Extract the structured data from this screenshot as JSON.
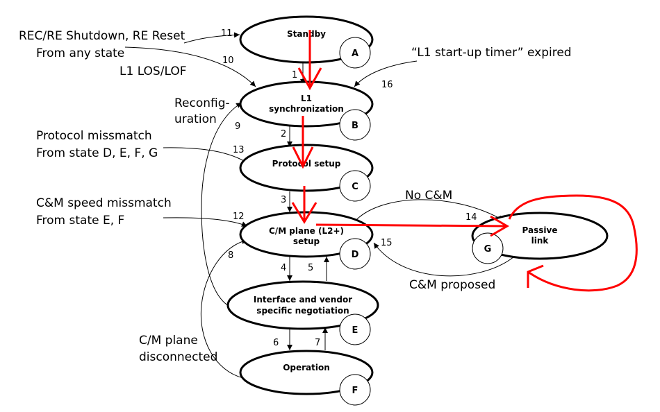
{
  "states": {
    "standby": {
      "line1": "Standby",
      "line2": "",
      "letter": "A"
    },
    "l1_sync": {
      "line1": "L1",
      "line2": "synchronization",
      "letter": "B"
    },
    "protocol": {
      "line1": "Protocol setup",
      "line2": "",
      "letter": "C"
    },
    "cm_plane": {
      "line1": "C/M plane (L2+)",
      "line2": "setup",
      "letter": "D"
    },
    "interface": {
      "line1": "Interface and vendor",
      "line2": "specific negotiation",
      "letter": "E"
    },
    "operation": {
      "line1": "Operation",
      "line2": "",
      "letter": "F"
    },
    "passive": {
      "line1": "Passive",
      "line2": "link",
      "letter": "G"
    }
  },
  "labels": {
    "shutdown_1": "REC/RE Shutdown, RE Reset",
    "shutdown_2": "From any state",
    "los_lof": "L1 LOS/LOF",
    "timer": "“L1 start-up timer” expired",
    "reconfig_1": "Reconfig-",
    "reconfig_2": "uration",
    "protocol_mm_1": "Protocol missmatch",
    "protocol_mm_2": "From state D, E, F, G",
    "speed_mm_1": "C&M speed missmatch",
    "speed_mm_2": "From state E, F",
    "no_cm": "No C&M",
    "cm_proposed": "C&M proposed",
    "cm_disc_1": "C/M plane",
    "cm_disc_2": "disconnected"
  },
  "transitions": [
    "1",
    "2",
    "3",
    "4",
    "5",
    "6",
    "7",
    "8",
    "9",
    "10",
    "11",
    "12",
    "13",
    "14",
    "15",
    "16"
  ],
  "colors": {
    "highlight": "#ff0000",
    "line": "#000000"
  }
}
